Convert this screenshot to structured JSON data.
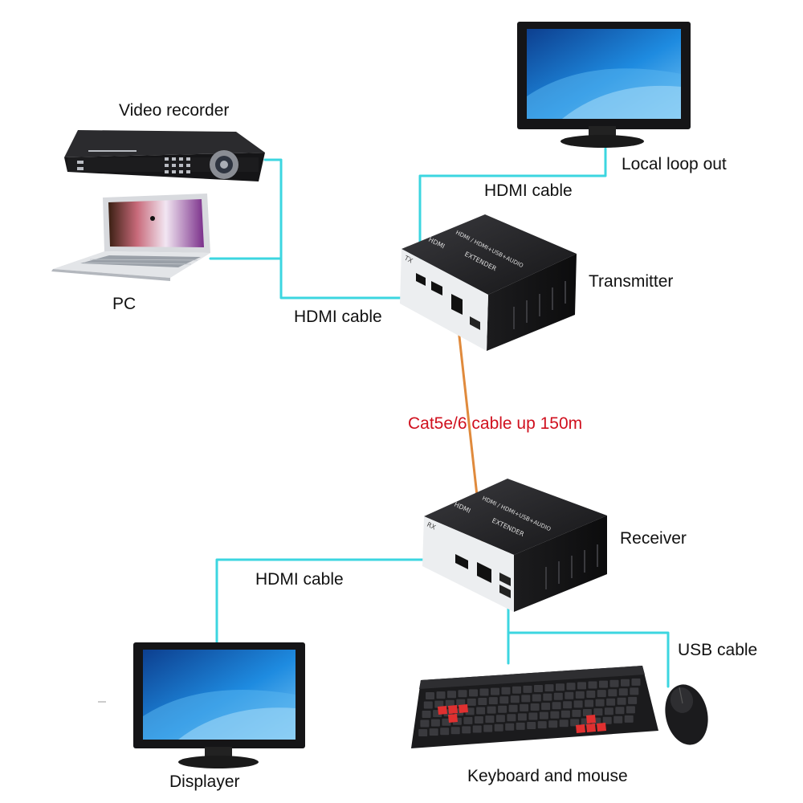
{
  "colors": {
    "hdmi_cable": "#3cd6e0",
    "cat_cable": "#e08a3c",
    "cat_label": "#d0101e",
    "usb_cable": "#3cd6e0",
    "device_body": "#1c1c1e",
    "screen_blue": "#1e7fd6"
  },
  "labels": {
    "video_recorder": "Video recorder",
    "pc": "PC",
    "hdmi_cable_source": "HDMI cable",
    "local_loop_out": "Local loop out",
    "hdmi_cable_loop": "HDMI cable",
    "transmitter": "Transmitter",
    "cat_cable": "Cat5e/6 cable up 150m",
    "receiver": "Receiver",
    "hdmi_cable_display": "HDMI cable",
    "usb_cable": "USB cable",
    "displayer": "Displayer",
    "keyboard_mouse": "Keyboard and mouse"
  },
  "device_print": {
    "tx_badge": "TX",
    "rx_badge": "RX",
    "hdmi_logo": "HDMI",
    "model_line": "HDMI / HDMI+USB+AUDIO",
    "product": "EXTENDER"
  },
  "icons": [
    "video-recorder-icon",
    "laptop-icon",
    "monitor-icon",
    "extender-box-icon",
    "keyboard-icon",
    "mouse-icon"
  ]
}
